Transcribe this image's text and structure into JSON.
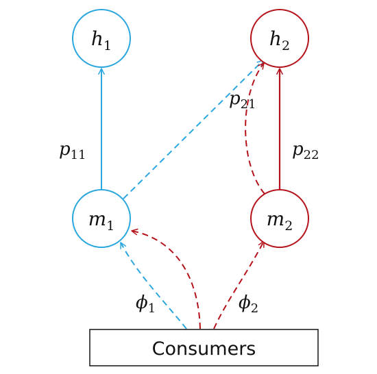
{
  "colors": {
    "blue": "#2aa7df",
    "red": "#b5121b",
    "black": "#111111"
  },
  "nodes": {
    "h1": {
      "label": "h",
      "sub": "1"
    },
    "h2": {
      "label": "h",
      "sub": "2"
    },
    "m1": {
      "label": "m",
      "sub": "1"
    },
    "m2": {
      "label": "m",
      "sub": "2"
    }
  },
  "edges": {
    "p11": {
      "label": "p",
      "sub": "11"
    },
    "p21": {
      "label": "p",
      "sub": "21"
    },
    "p22": {
      "label": "p",
      "sub": "22"
    },
    "phi1": {
      "label": "ϕ",
      "sub": "1"
    },
    "phi2": {
      "label": "ϕ",
      "sub": "2"
    }
  },
  "consumers": {
    "label": "Consumers"
  }
}
